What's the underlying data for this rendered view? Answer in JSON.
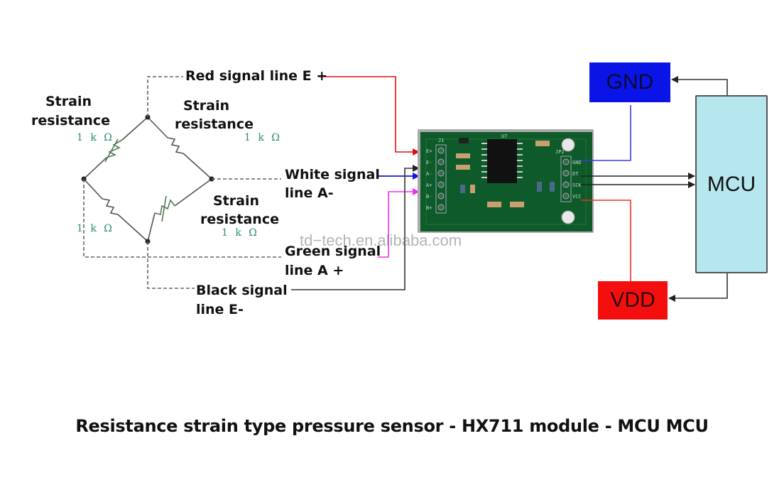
{
  "bridge": {
    "labels": {
      "strain_top_left": [
        "Strain",
        "resistance"
      ],
      "strain_top_right": [
        "Strain",
        "resistance"
      ],
      "strain_bottom_right": [
        "Strain",
        "resistance"
      ]
    },
    "resistor_values": {
      "top_left": "1 k Ω",
      "top_right": "1 k Ω",
      "bottom_left": "1 k Ω",
      "bottom_right": "1 k Ω"
    }
  },
  "signal_lines": {
    "red": "Red signal line E +",
    "white": [
      "White signal",
      "line A-"
    ],
    "green": [
      "Green signal",
      "line A +"
    ],
    "black": [
      "Black signal",
      "line E-"
    ]
  },
  "module": {
    "name": "HX711 module",
    "left_pins": [
      "E+",
      "E-",
      "A-",
      "A+",
      "B-",
      "B+"
    ],
    "right_pins": [
      "GND",
      "DT",
      "SCK",
      "VCC"
    ],
    "header_left": "J1",
    "header_right": "JP2",
    "chip": "U7"
  },
  "blocks": {
    "gnd": "GND",
    "vdd": "VDD",
    "mcu": "MCU"
  },
  "colors": {
    "red_wire": "#e01010",
    "white_wire": "#1515e0",
    "green_wire": "#f030f0",
    "black_wire": "#333333",
    "gnd": "#0a14e6",
    "vdd": "#f40f0f",
    "mcu": "#b6e6ee",
    "pcb": "#0f5a2a"
  },
  "watermark": "td−tech.en.alibaba.com",
  "caption": "Resistance strain type pressure sensor - HX711 module - MCU MCU"
}
